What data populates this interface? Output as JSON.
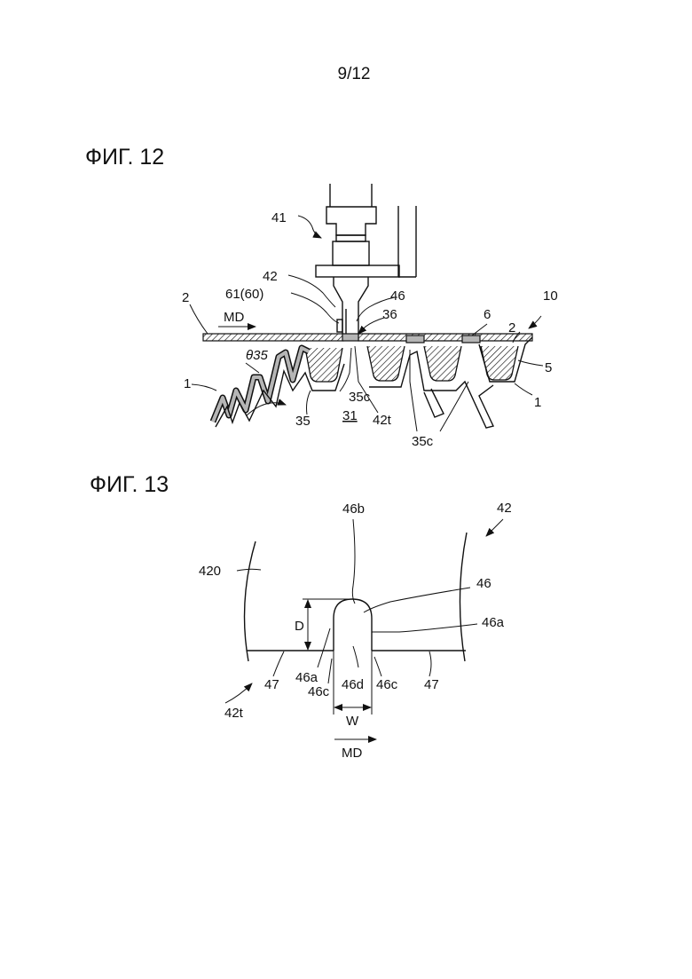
{
  "page": {
    "number": "9/12"
  },
  "fig12": {
    "title": "ФИГ. 12",
    "labels": {
      "l41": "41",
      "l42": "42",
      "l61": "61(60)",
      "l46": "46",
      "l36": "36",
      "l6": "6",
      "l10": "10",
      "l2a": "2",
      "l2b": "2",
      "lmd": "MD",
      "ltheta": "θ35",
      "l1a": "1",
      "l1b": "1",
      "l5": "5",
      "l35": "35",
      "l35c_a": "35c",
      "l31": "31",
      "l42t": "42t",
      "l35c_b": "35c"
    }
  },
  "fig13": {
    "title": "ФИГ. 13",
    "labels": {
      "l46b": "46b",
      "l42": "42",
      "l420": "420",
      "l46": "46",
      "lD": "D",
      "l46a_r": "46a",
      "l46a_l": "46a",
      "l46c_l": "46c",
      "l46d": "46d",
      "l46c_r": "46c",
      "l47_l": "47",
      "l47_r": "47",
      "l42t": "42t",
      "lW": "W",
      "lmd": "MD"
    }
  }
}
